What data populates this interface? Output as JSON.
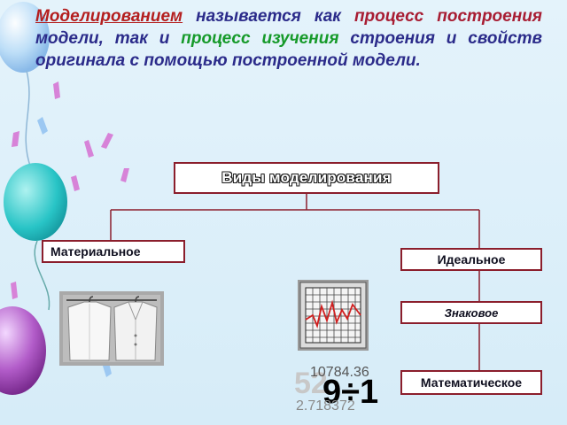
{
  "definition": {
    "term": "Моделированием",
    "text1": " называется как ",
    "process_build": "процесс построения",
    "text2": " модели, так и ",
    "process_study": "процесс изучения",
    "text3": " строения и свойств оригинала с помощью построенной модели."
  },
  "diagram": {
    "title": "Виды моделирования",
    "material": "Материальное",
    "ideal": "Идеальное",
    "sign": "Знаковое",
    "math": "Математическое"
  },
  "math_image": {
    "top_number": "10784.36",
    "big_text": "9÷1",
    "bottom_number": "2.718372",
    "ghost_digits": "52"
  },
  "colors": {
    "background": "#dff1fa",
    "box_border": "#8b1e2c",
    "connector": "#8b1e2c",
    "definition_text": "#2b2b8a",
    "highlight_red": "#a81d33",
    "highlight_green": "#169a2a"
  },
  "decorations": [
    "balloon",
    "confetti",
    "clothes-photo",
    "grid-graph-icon"
  ]
}
